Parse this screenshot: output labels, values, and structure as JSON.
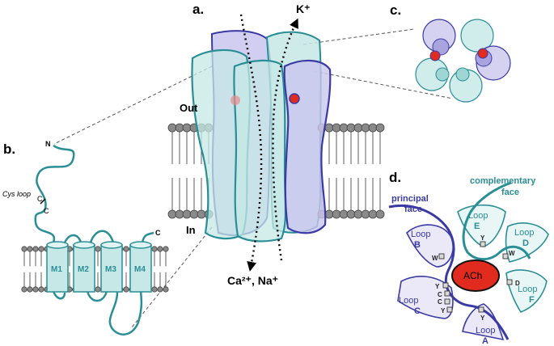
{
  "panels": {
    "a": "a.",
    "b": "b.",
    "c": "c.",
    "d": "d."
  },
  "panel_a": {
    "out": "Out",
    "in": "In",
    "k_ion": "K⁺",
    "cations": "Ca²⁺, Na⁺"
  },
  "panel_b": {
    "n_term": "N",
    "c_term": "C",
    "cys_loop": "Cys loop",
    "cys_c1": "C",
    "cys_c2": "C",
    "helices": [
      "M1",
      "M2",
      "M3",
      "M4"
    ]
  },
  "panel_d": {
    "principal_face": [
      "principal",
      "face"
    ],
    "complementary_face": [
      "complementary",
      "face"
    ],
    "ligand": "ACh",
    "loops": {
      "A": [
        "Loop",
        "A"
      ],
      "B": [
        "Loop",
        "B"
      ],
      "C": [
        "Loop",
        "C"
      ],
      "D": [
        "Loop",
        "D"
      ],
      "E": [
        "Loop",
        "E"
      ],
      "F": [
        "Loop",
        "F"
      ]
    },
    "residues": {
      "B": "W",
      "C": [
        "Y",
        "C",
        "C",
        "Y"
      ],
      "A": "Y",
      "E": "Y",
      "D": [
        "W",
        "D"
      ]
    }
  },
  "colors": {
    "principal": "#3b3aa5",
    "principal_fill": "#c9c5ee",
    "complementary": "#2a8e96",
    "complementary_fill": "#c6e8e6",
    "ligand": "#e22b1f"
  }
}
